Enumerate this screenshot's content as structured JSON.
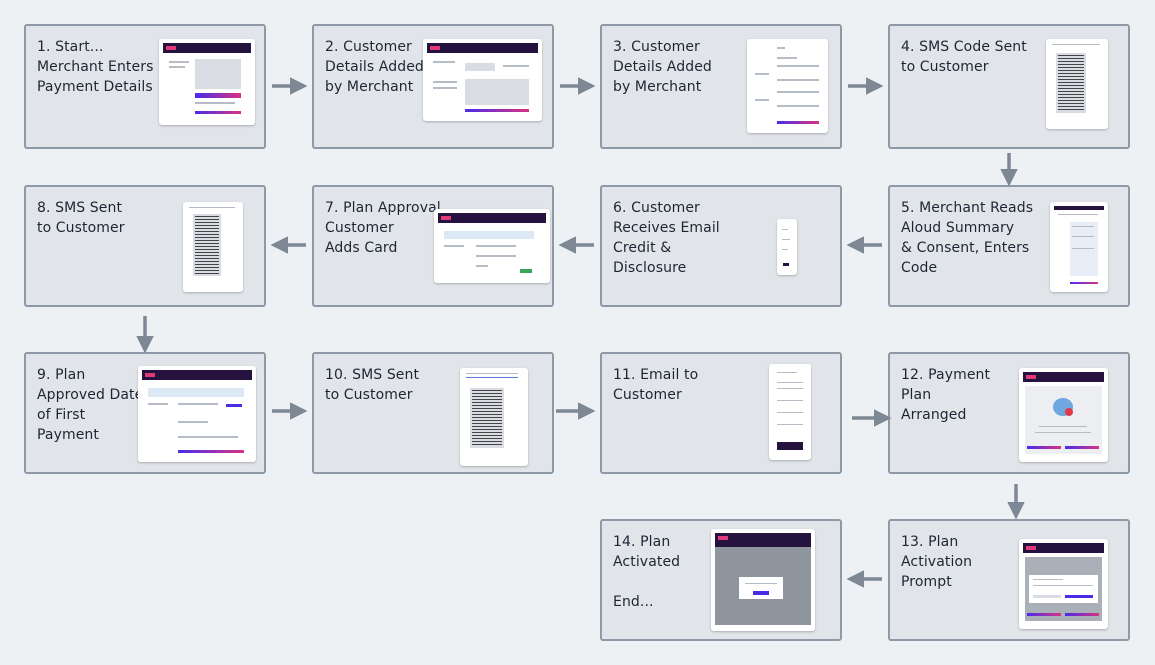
{
  "colors": {
    "background": "#eef1f4",
    "step_fill": "#e1e5e9",
    "step_border": "#8d99a6",
    "arrow": "#7d8894",
    "text": "#1c2633"
  },
  "steps": [
    {
      "id": 1,
      "title": "1. Start...\nMerchant Enters\nPayment Details"
    },
    {
      "id": 2,
      "title": "2. Customer\nDetails Added\nby Merchant"
    },
    {
      "id": 3,
      "title": "3. Customer\nDetails Added\nby Merchant"
    },
    {
      "id": 4,
      "title": "4. SMS Code Sent\nto Customer"
    },
    {
      "id": 5,
      "title": "5. Merchant Reads\nAloud Summary\n& Consent, Enters\nCode"
    },
    {
      "id": 6,
      "title": "6. Customer\nReceives Email\nCredit &\nDisclosure"
    },
    {
      "id": 7,
      "title": "7. Plan Approval,\nCustomer\nAdds Card"
    },
    {
      "id": 8,
      "title": "8. SMS Sent\nto Customer"
    },
    {
      "id": 9,
      "title": "9. Plan\nApproved Date\nof First\nPayment"
    },
    {
      "id": 10,
      "title": "10. SMS Sent\nto Customer"
    },
    {
      "id": 11,
      "title": "11. Email to\nCustomer"
    },
    {
      "id": 12,
      "title": "12. Payment\nPlan\nArranged"
    },
    {
      "id": 13,
      "title": "13. Plan\nActivation\nPrompt"
    },
    {
      "id": 14,
      "title": "14. Plan\nActivated\n\nEnd..."
    }
  ]
}
